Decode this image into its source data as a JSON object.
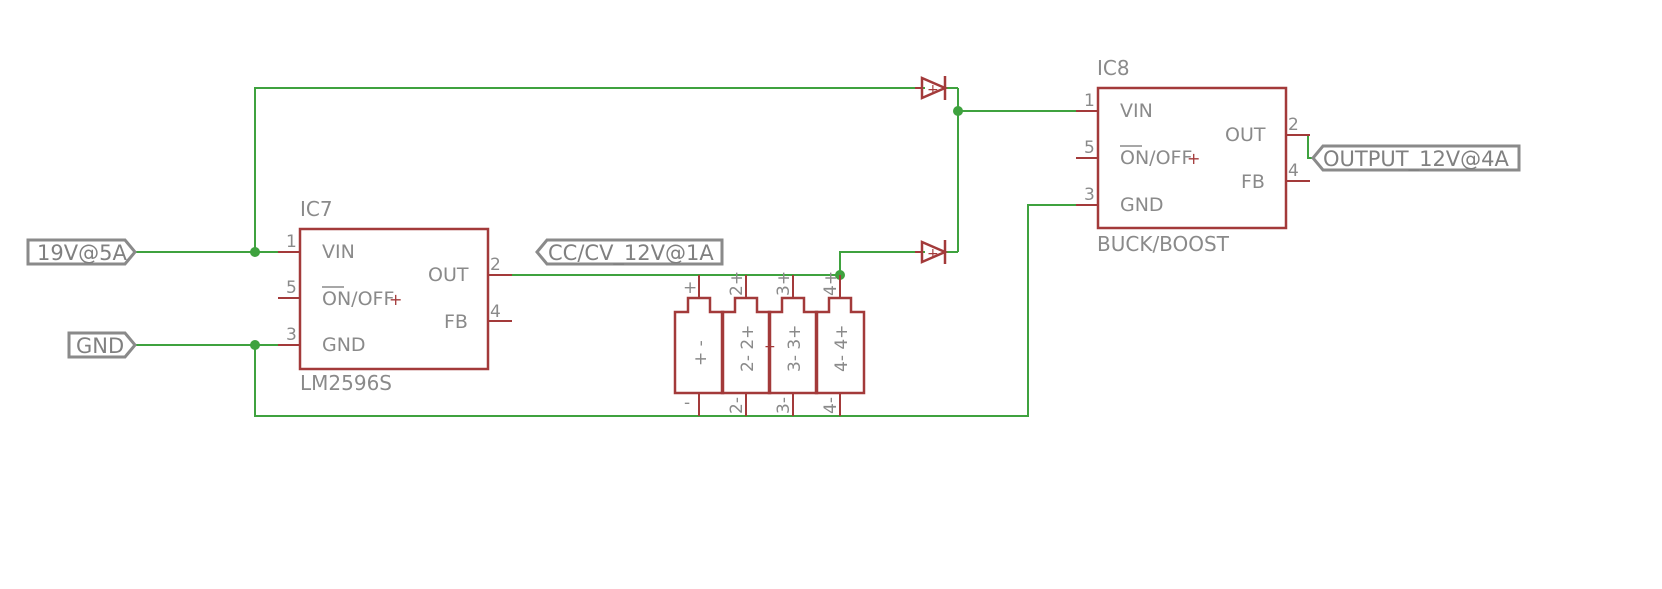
{
  "ports": {
    "vin_19v": "19V@5A",
    "gnd": "GND",
    "cc_cv": "CC/CV_12V@1A",
    "output": "OUTPUT_12V@4A"
  },
  "ic7": {
    "name": "IC7",
    "value": "LM2596S",
    "pins": {
      "vin": {
        "num": "1",
        "label": "VIN"
      },
      "onoff": {
        "num": "5",
        "label": "ON/OFF"
      },
      "gnd": {
        "num": "3",
        "label": "GND"
      },
      "out": {
        "num": "2",
        "label": "OUT"
      },
      "fb": {
        "num": "4",
        "label": "FB"
      }
    }
  },
  "ic8": {
    "name": "IC8",
    "value": "BUCK/BOOST",
    "pins": {
      "vin": {
        "num": "1",
        "label": "VIN"
      },
      "onoff": {
        "num": "5",
        "label": "ON/OFF"
      },
      "gnd": {
        "num": "3",
        "label": "GND"
      },
      "out": {
        "num": "2",
        "label": "OUT"
      },
      "fb": {
        "num": "4",
        "label": "FB"
      }
    }
  },
  "battery": {
    "cells": [
      {
        "top_pin": "+",
        "bottom_pin": "-",
        "inner": "+ -"
      },
      {
        "top_pin": "2+",
        "bottom_pin": "2-",
        "inner": "2- 2+"
      },
      {
        "top_pin": "3+",
        "bottom_pin": "3-",
        "inner": "3- 3+"
      },
      {
        "top_pin": "4+",
        "bottom_pin": "4-",
        "inner": "4- 4+"
      }
    ]
  },
  "colors": {
    "wire": "#3fa23f",
    "part": "#a33a3a",
    "label": "#8a8a8a"
  }
}
